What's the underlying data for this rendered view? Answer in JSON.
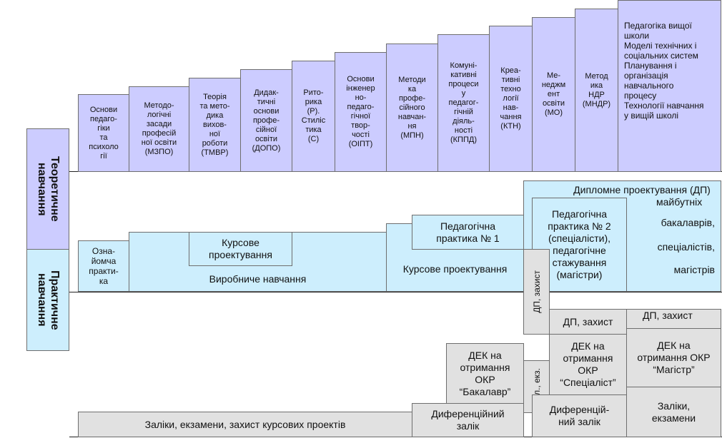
{
  "colors": {
    "theory": "#ccccff",
    "practice": "#cdeefd",
    "assessment": "#e1e1e1",
    "border": "#6e6e6e"
  },
  "side_labels": {
    "theory": "Теоретичне\nнавчання",
    "practice": "Практичне\nнавчання"
  },
  "theory_blocks": [
    {
      "id": "ospp",
      "text": "Основи\nпедаго-\nгіки\nта\nпсихоло\nгії"
    },
    {
      "id": "mzpo",
      "text": "Методо-\nлогічні\nзасади\nпрофесій\nної освіти\n(МЗПО)"
    },
    {
      "id": "tmvr",
      "text": "Теорія\nта мето-\nдика\nвихов-\nної\nроботи\n(ТМВР)"
    },
    {
      "id": "dopo",
      "text": "Дидак-\nтичні\nоснови\nпрофе-\nсійної\nосвіти\n(ДОПО)"
    },
    {
      "id": "rs",
      "text": "Рито-\nрика\n(Р).\nСтиліс\nтика\n(С)"
    },
    {
      "id": "oipt",
      "text": "Основи\nінженер\nно-\nпедаго-\nгічної\nтвор-\nчості\n(ОІПТ)"
    },
    {
      "id": "mpn",
      "text": "Методи\nка\nпрофе-\nсійного\nнавчан-\nня\n(МПН)"
    },
    {
      "id": "kppd",
      "text": "Комуні-\nкативні\nпроцеси\nу\nпедагог-\nгічній\nдіяль-\nності\n(КППД)"
    },
    {
      "id": "ktn",
      "text": "Креа-\nтивні\nтехно\nлогії\nнав-\nчання\n(КТН)"
    },
    {
      "id": "mo",
      "text": "Ме-\nнеджм\nент\nосвіти\n(МО)"
    },
    {
      "id": "mndr",
      "text": "Метод\nика\nНДР\n(МНДР)"
    },
    {
      "id": "pvsh",
      "text": "Педагогіка вищої\nшколи\n Моделі технічних і\nсоціальних систем\nПланування і\nорганізація\nнавчального\nпроцесу\nТехнології навчання\n у вищій школі"
    }
  ],
  "practice_blocks": {
    "intro_practice": "Озна-\nйомча\nпракти-\nка",
    "industrial_training": "Виробниче навчання",
    "course_project_1": "Курсове\nпроектування",
    "course_project_2": "Курсове проектування",
    "ped_practice_1": "Педагогічна\nпрактика № 1",
    "ped_practice_2": "Педагогічна\nпрактика № 2\n(спеціалісти),\nпедагогічне\nстажування\n(магістри)",
    "diploma_title": "Дипломне проектування (ДП)",
    "diploma_future": "майбутніх",
    "diploma_bachelors": "бакалаврів,",
    "diploma_specialists": "спеціалістів,",
    "diploma_masters": "магістрів"
  },
  "assessment_blocks": {
    "dp_defense_vertical": "ДП, захист",
    "dp_defense_specialist": "ДП, захист",
    "dp_defense_master": "ДП, захист",
    "dek_bachelor": "ДЕК на\nотримання\nОКР\n“Бакалавр”",
    "dek_specialist": "ДЕК на\nотримання\nОКР\n“Спеціаліст”",
    "dek_master": "ДЕК на\nотримання  ОКР\n“Магістр”",
    "credits_vertical": "Зал., екз.",
    "credits_exams_course": "Заліки,  екзамени, захист курсових проектів",
    "diff_credit_1": "Диференційний\nзалік",
    "diff_credit_2": "Диференцій-\nний залік",
    "credits_exams_master": "Заліки,\nекзамени"
  }
}
